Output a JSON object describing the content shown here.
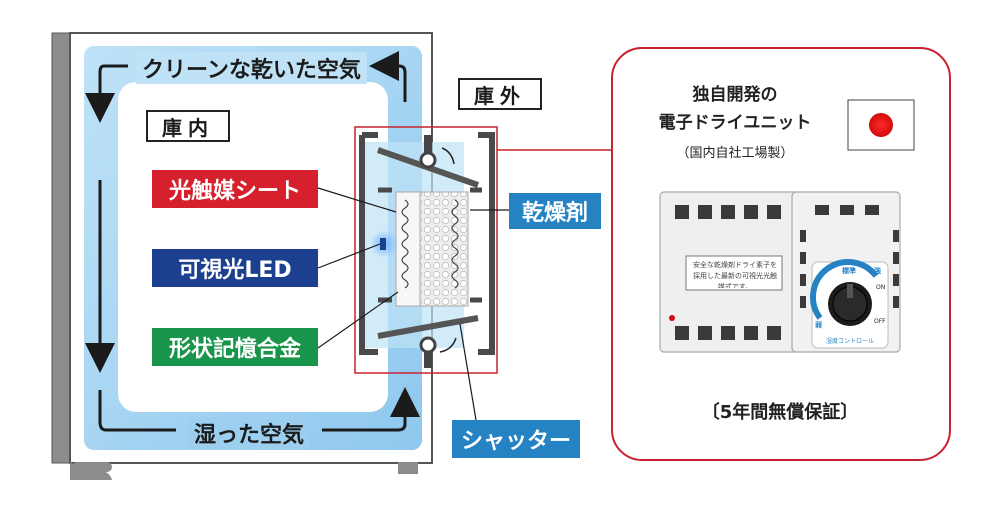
{
  "airflow": {
    "clean_dry_air": "クリーンな乾いた空気",
    "humid_air": "湿った空気"
  },
  "areas": {
    "inside": "庫内",
    "outside": "庫外"
  },
  "components": {
    "photocatalyst": "光触媒シート",
    "visible_led": "可視光LED",
    "shape_memory_alloy": "形状記憶合金",
    "desiccant": "乾燥剤",
    "shutter": "シャッター"
  },
  "unit_panel": {
    "title_line1": "独自開発の",
    "title_line2": "電子ドライユニット",
    "made_in": "（国内自社工場製）",
    "warranty": "〔5年間無償保証〕",
    "flag_icon": "japan-flag-icon",
    "device_label_text": "安全な乾燥剤ドライ素子を採用した最新の可視光光触媒式です。",
    "dial_on": "ON",
    "dial_off": "OFF",
    "dial_caption": "湿度コントロール",
    "dial_mid": "標準",
    "dial_high": "強",
    "dial_low": "弱"
  },
  "colors": {
    "photocatalyst": "#d6202e",
    "visible_led": "#1c3f8f",
    "shape_memory_alloy": "#18954a",
    "desiccant": "#2583c4",
    "shutter": "#2583c4",
    "callout_border": "#c9222f",
    "air_fill": "#a9d6f3"
  }
}
